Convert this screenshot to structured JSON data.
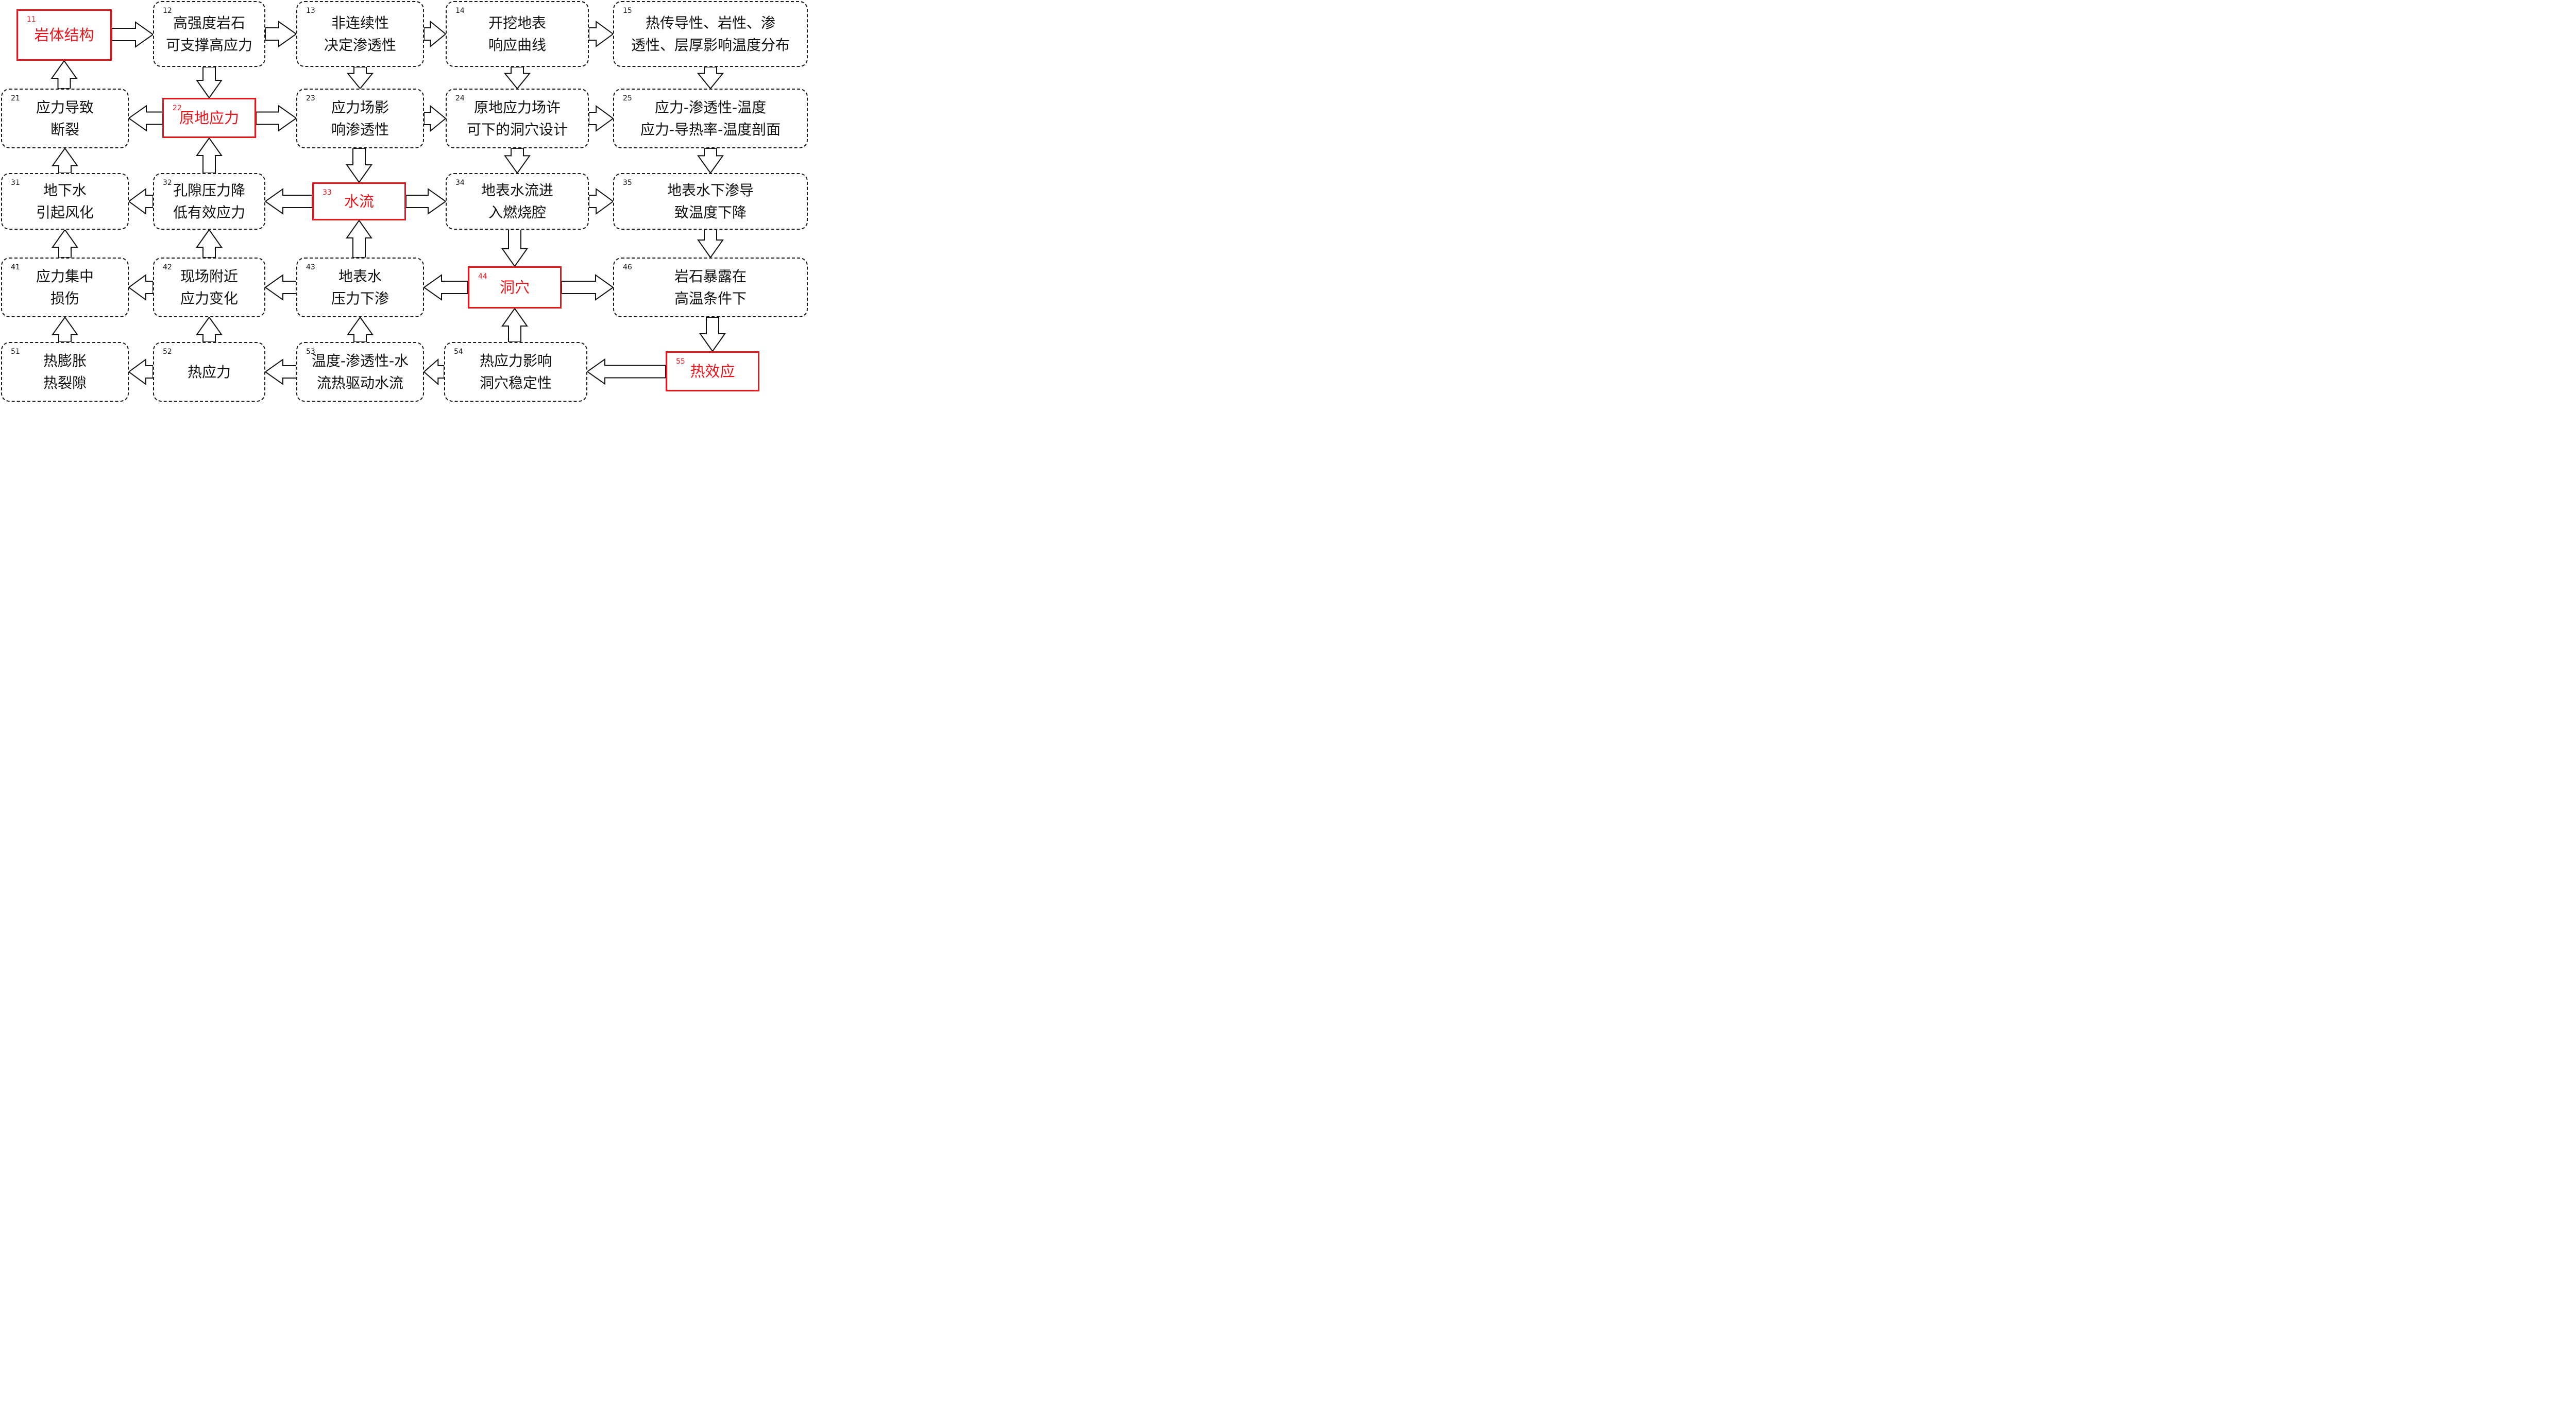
{
  "nodes": [
    {
      "id": "11",
      "text": "岩体结构",
      "key": true
    },
    {
      "id": "12",
      "text": "高强度岩石\n可支撑高应力",
      "key": false
    },
    {
      "id": "13",
      "text": "非连续性\n决定渗透性",
      "key": false
    },
    {
      "id": "14",
      "text": "开挖地表\n响应曲线",
      "key": false
    },
    {
      "id": "15",
      "text": "热传导性、岩性、渗\n透性、层厚影响温度分布",
      "key": false
    },
    {
      "id": "21",
      "text": "应力导致\n断裂",
      "key": false
    },
    {
      "id": "22",
      "text": "原地应力",
      "key": true
    },
    {
      "id": "23",
      "text": "应力场影\n响渗透性",
      "key": false
    },
    {
      "id": "24",
      "text": "原地应力场许\n可下的洞穴设计",
      "key": false
    },
    {
      "id": "25",
      "text": "应力-渗透性-温度\n应力-导热率-温度剖面",
      "key": false
    },
    {
      "id": "31",
      "text": "地下水\n引起风化",
      "key": false
    },
    {
      "id": "32",
      "text": "孔隙压力降\n低有效应力",
      "key": false
    },
    {
      "id": "33",
      "text": "水流",
      "key": true
    },
    {
      "id": "34",
      "text": "地表水流进\n入燃烧腔",
      "key": false
    },
    {
      "id": "35",
      "text": "地表水下渗导\n致温度下降",
      "key": false
    },
    {
      "id": "41",
      "text": "应力集中\n损伤",
      "key": false
    },
    {
      "id": "42",
      "text": "现场附近\n应力变化",
      "key": false
    },
    {
      "id": "43",
      "text": "地表水\n压力下渗",
      "key": false
    },
    {
      "id": "44",
      "text": "洞穴",
      "key": true
    },
    {
      "id": "46",
      "text": "岩石暴露在\n高温条件下",
      "key": false
    },
    {
      "id": "51",
      "text": "热膨胀\n热裂隙",
      "key": false
    },
    {
      "id": "52",
      "text": "热应力",
      "key": false
    },
    {
      "id": "53",
      "text": "温度-渗透性-水\n流热驱动水流",
      "key": false
    },
    {
      "id": "54",
      "text": "热应力影响\n洞穴稳定性",
      "key": false
    },
    {
      "id": "55",
      "text": "热效应",
      "key": true
    }
  ],
  "edges": [
    {
      "from": "11",
      "to": "12"
    },
    {
      "from": "12",
      "to": "13"
    },
    {
      "from": "13",
      "to": "14"
    },
    {
      "from": "14",
      "to": "15"
    },
    {
      "from": "22",
      "to": "21"
    },
    {
      "from": "22",
      "to": "23"
    },
    {
      "from": "24",
      "to": "25"
    },
    {
      "from": "23",
      "to": "24"
    },
    {
      "from": "33",
      "to": "32"
    },
    {
      "from": "32",
      "to": "31"
    },
    {
      "from": "33",
      "to": "34"
    },
    {
      "from": "34",
      "to": "35"
    },
    {
      "from": "44",
      "to": "43"
    },
    {
      "from": "43",
      "to": "42"
    },
    {
      "from": "42",
      "to": "41"
    },
    {
      "from": "44",
      "to": "46"
    },
    {
      "from": "53",
      "to": "52"
    },
    {
      "from": "52",
      "to": "51"
    },
    {
      "from": "54",
      "to": "53"
    },
    {
      "from": "55",
      "to": "54"
    },
    {
      "from": "21",
      "to": "11"
    },
    {
      "from": "12",
      "to": "22"
    },
    {
      "from": "13",
      "to": "23"
    },
    {
      "from": "14",
      "to": "24"
    },
    {
      "from": "15",
      "to": "25"
    },
    {
      "from": "31",
      "to": "21"
    },
    {
      "from": "32",
      "to": "22"
    },
    {
      "from": "23",
      "to": "33"
    },
    {
      "from": "24",
      "to": "34"
    },
    {
      "from": "25",
      "to": "35"
    },
    {
      "from": "41",
      "to": "31"
    },
    {
      "from": "42",
      "to": "32"
    },
    {
      "from": "43",
      "to": "33"
    },
    {
      "from": "34",
      "to": "44"
    },
    {
      "from": "35",
      "to": "46"
    },
    {
      "from": "51",
      "to": "41"
    },
    {
      "from": "52",
      "to": "42"
    },
    {
      "from": "53",
      "to": "43"
    },
    {
      "from": "54",
      "to": "44"
    },
    {
      "from": "46",
      "to": "55"
    }
  ]
}
